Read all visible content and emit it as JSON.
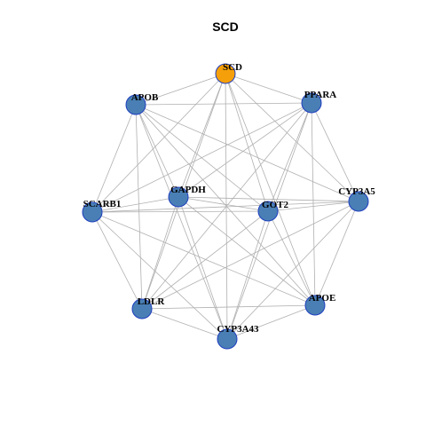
{
  "title": "SCD",
  "colors": {
    "hub": "#f5a00a",
    "node": "#4a7fb5",
    "node_border": "#1f3fbf",
    "edge": "#b0b0b0"
  },
  "nodes": [
    {
      "id": "SCD",
      "label": "SCD",
      "hub": true
    },
    {
      "id": "PPARA",
      "label": "PPARA"
    },
    {
      "id": "APOB",
      "label": "APOB"
    },
    {
      "id": "CYP3A5",
      "label": "CYP3A5"
    },
    {
      "id": "GAPDH",
      "label": "GAPDH"
    },
    {
      "id": "GOT2",
      "label": "GOT2"
    },
    {
      "id": "SCARB1",
      "label": "SCARB1"
    },
    {
      "id": "APOE",
      "label": "APOE"
    },
    {
      "id": "LDLR",
      "label": "LDLR"
    },
    {
      "id": "CYP3A43",
      "label": "CYP3A43"
    }
  ],
  "edges": [
    [
      "SCD",
      "PPARA"
    ],
    [
      "SCD",
      "APOB"
    ],
    [
      "SCD",
      "CYP3A5"
    ],
    [
      "SCD",
      "GAPDH"
    ],
    [
      "SCD",
      "GOT2"
    ],
    [
      "SCD",
      "SCARB1"
    ],
    [
      "SCD",
      "APOE"
    ],
    [
      "SCD",
      "LDLR"
    ],
    [
      "SCD",
      "CYP3A43"
    ],
    [
      "PPARA",
      "APOB"
    ],
    [
      "PPARA",
      "CYP3A5"
    ],
    [
      "PPARA",
      "GAPDH"
    ],
    [
      "PPARA",
      "GOT2"
    ],
    [
      "PPARA",
      "SCARB1"
    ],
    [
      "PPARA",
      "APOE"
    ],
    [
      "PPARA",
      "LDLR"
    ],
    [
      "PPARA",
      "CYP3A43"
    ],
    [
      "APOB",
      "GAPDH"
    ],
    [
      "APOB",
      "GOT2"
    ],
    [
      "APOB",
      "SCARB1"
    ],
    [
      "APOB",
      "APOE"
    ],
    [
      "APOB",
      "LDLR"
    ],
    [
      "APOB",
      "CYP3A43"
    ],
    [
      "APOB",
      "CYP3A5"
    ],
    [
      "CYP3A5",
      "GAPDH"
    ],
    [
      "CYP3A5",
      "GOT2"
    ],
    [
      "CYP3A5",
      "SCARB1"
    ],
    [
      "CYP3A5",
      "APOE"
    ],
    [
      "CYP3A5",
      "LDLR"
    ],
    [
      "CYP3A5",
      "CYP3A43"
    ],
    [
      "GAPDH",
      "GOT2"
    ],
    [
      "GAPDH",
      "SCARB1"
    ],
    [
      "GAPDH",
      "APOE"
    ],
    [
      "GAPDH",
      "LDLR"
    ],
    [
      "GAPDH",
      "CYP3A43"
    ],
    [
      "GOT2",
      "SCARB1"
    ],
    [
      "GOT2",
      "APOE"
    ],
    [
      "GOT2",
      "LDLR"
    ],
    [
      "GOT2",
      "CYP3A43"
    ],
    [
      "SCARB1",
      "APOE"
    ],
    [
      "SCARB1",
      "LDLR"
    ],
    [
      "SCARB1",
      "CYP3A43"
    ],
    [
      "APOE",
      "LDLR"
    ],
    [
      "APOE",
      "CYP3A43"
    ],
    [
      "LDLR",
      "CYP3A43"
    ]
  ]
}
